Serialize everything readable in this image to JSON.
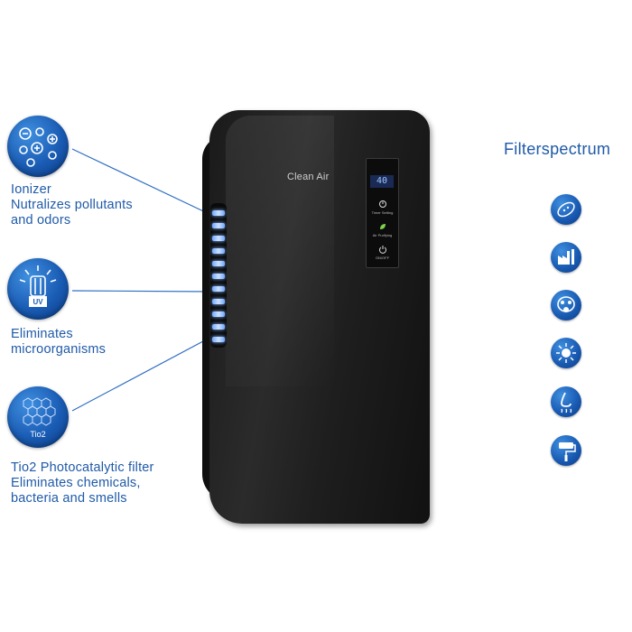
{
  "features": [
    {
      "icon": "ionizer-icon",
      "title": "Ionizer",
      "lines": [
        "Nutralizes pollutants",
        "and odors"
      ]
    },
    {
      "icon": "uv-lamp-icon",
      "label": "UV",
      "lines": [
        "Eliminates",
        "microorganisms"
      ]
    },
    {
      "icon": "tio2-filter-icon",
      "label": "Tio2",
      "lines": [
        "Tio2 Photocatalytic filter",
        "Eliminates chemicals,",
        "bacteria and smells"
      ]
    }
  ],
  "device": {
    "brand": "Clean Air",
    "display_value": "40",
    "panel_labels": [
      "Timer Setting",
      "Air Purifying",
      "ON/OFF"
    ]
  },
  "filterspectrum": {
    "title": "Filterspectrum",
    "icons": [
      "bacteria-icon",
      "factory-icon",
      "gas-mask-icon",
      "virus-icon",
      "nose-smell-icon",
      "paint-roller-icon"
    ]
  },
  "colors": {
    "accent": "#1f5aa8",
    "icon_blue": "#1a5cb4"
  }
}
